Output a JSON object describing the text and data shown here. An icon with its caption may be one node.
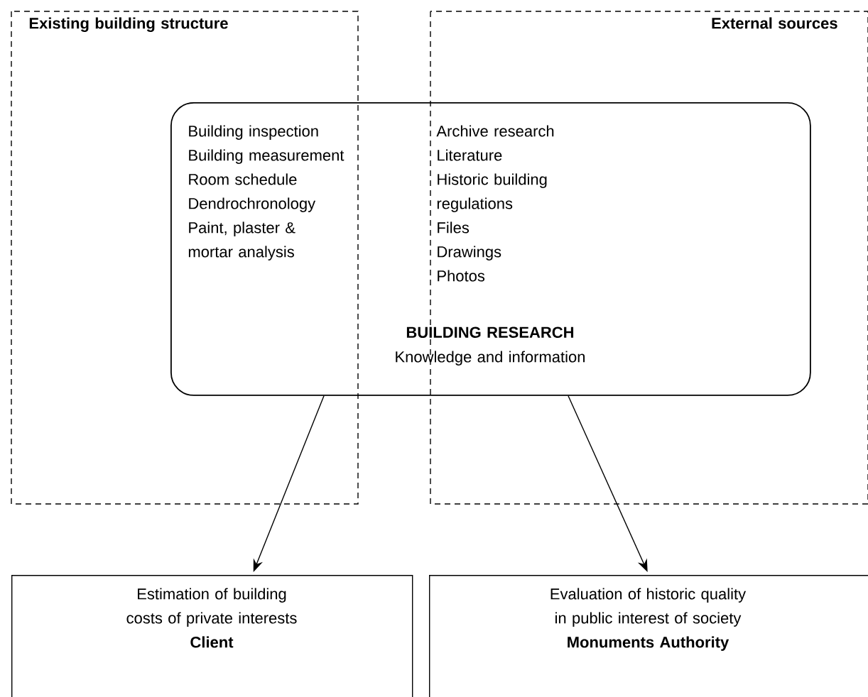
{
  "diagram": {
    "nodes": [
      {
        "text": [
          "Existing building structure"
        ]
      },
      {
        "text": [
          "External sources"
        ]
      },
      {
        "text": [
          "Building inspection",
          "Building measurement",
          "Room schedule",
          "Dendrochronology",
          "Paint, plaster & mortar analysis",
          "Archive research",
          "Literature",
          "Historic building regulations",
          "Files",
          "Drawings",
          "Photos",
          "BUILDING RESEARCH",
          "Knowledge and information"
        ]
      },
      {
        "text": [
          "Estimation of building costs of private interests",
          "Client"
        ]
      },
      {
        "text": [
          "Evaluation of historic quality in public interest of society",
          "Monuments Authority"
        ]
      }
    ],
    "edges": [
      {
        "from": 2,
        "to": 3,
        "arrow": "to"
      },
      {
        "from": 2,
        "to": 4,
        "arrow": "to"
      }
    ]
  }
}
